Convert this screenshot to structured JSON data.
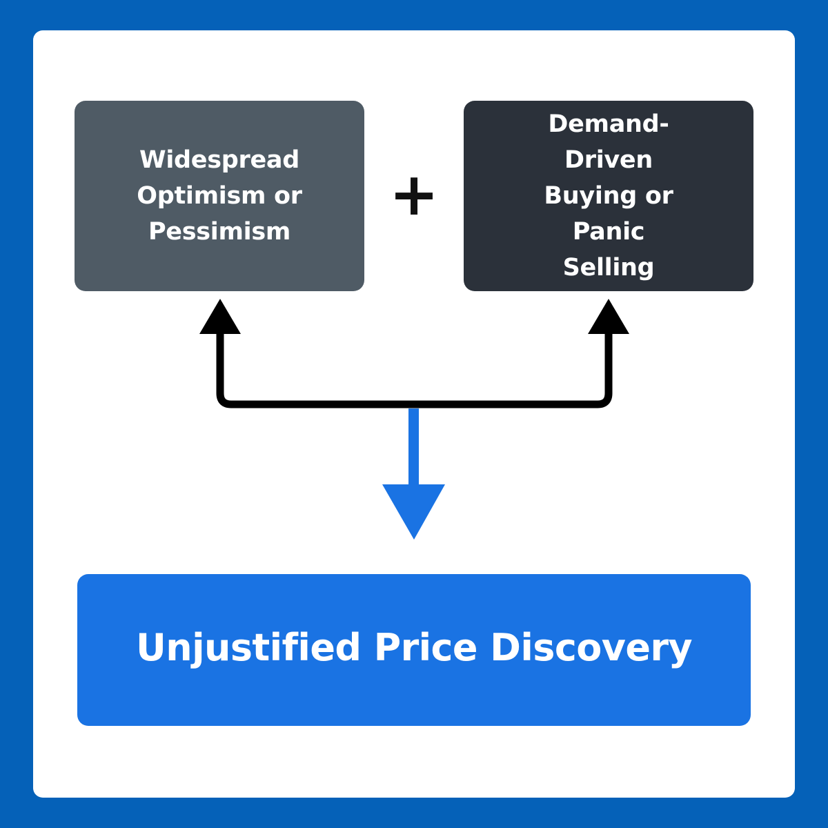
{
  "diagram": {
    "left_box": {
      "label": "Widespread\nOptimism or\nPessimism",
      "color": "#4f5b65"
    },
    "right_box": {
      "label": "Demand-Driven\nBuying or Panic\nSelling",
      "color": "#2b313a"
    },
    "plus_sign": "+",
    "result_box": {
      "label": "Unjustified Price Discovery",
      "color": "#1a73e3"
    },
    "connector_color": "#000000",
    "result_arrow_color": "#1a73e3",
    "frame_color": "#0561b8"
  }
}
